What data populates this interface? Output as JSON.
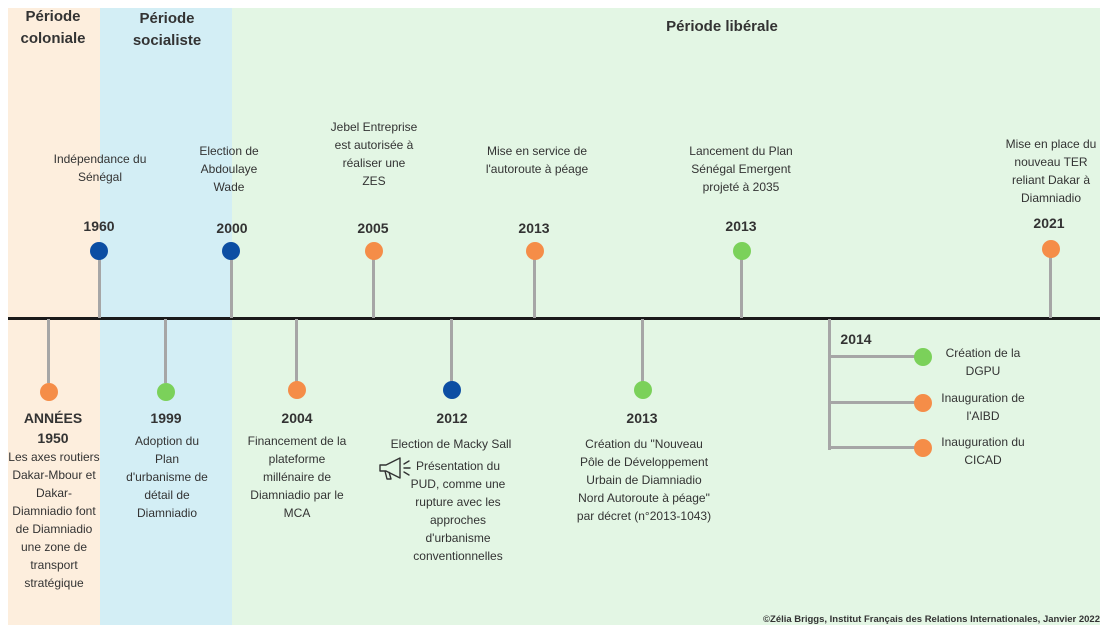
{
  "periods": {
    "colonial": "Période coloniale",
    "socialist": "Période socialiste",
    "liberal": "Période libérale"
  },
  "colors": {
    "blue": "#0c4ea3",
    "orange": "#f58d48",
    "green": "#7bd15a"
  },
  "events_above": [
    {
      "year": "1960",
      "color": "blue",
      "text": "Indépendance du Sénégal"
    },
    {
      "year": "2000",
      "color": "blue",
      "text": "Election de Abdoulaye Wade"
    },
    {
      "year": "2005",
      "color": "orange",
      "text": "Jebel Entreprise est autorisée à réaliser une ZES"
    },
    {
      "year": "2013",
      "color": "orange",
      "text": "Mise en service de l'autoroute à péage"
    },
    {
      "year": "2013",
      "color": "green",
      "text": "Lancement du Plan Sénégal Emergent projeté à 2035"
    },
    {
      "year": "2021",
      "color": "orange",
      "text": "Mise en place du nouveau TER reliant Dakar à Diamniadio"
    }
  ],
  "events_below": [
    {
      "year": "ANNÉES 1950",
      "color": "orange",
      "text": "Les axes routiers Dakar-Mbour et Dakar-Diamniadio font de Diamniadio une zone de transport stratégique"
    },
    {
      "year": "1999",
      "color": "green",
      "text": "Adoption du Plan d'urbanisme de détail de Diamniadio"
    },
    {
      "year": "2004",
      "color": "orange",
      "text": "Financement de la plateforme millénaire de Diamniadio par le MCA"
    },
    {
      "year": "2012",
      "color": "blue",
      "text": "Election de Macky Sall",
      "text2": "Présentation du PUD, comme une rupture avec les approches d'urbanisme conventionnelles"
    },
    {
      "year": "2013",
      "color": "green",
      "text": "Création du \"Nouveau Pôle de Développement Urbain de Diamniadio Nord Autoroute à péage\" par décret (n°2013-1043)"
    }
  ],
  "branch_2014": {
    "year": "2014",
    "items": [
      {
        "color": "green",
        "text": "Création de la DGPU"
      },
      {
        "color": "orange",
        "text": "Inauguration de l'AIBD"
      },
      {
        "color": "orange",
        "text": "Inauguration du CICAD"
      }
    ]
  },
  "icons": {
    "megaphone": "megaphone-icon"
  },
  "credit": "©Zélia Briggs, Institut Français des Relations Internationales, Janvier 2022"
}
